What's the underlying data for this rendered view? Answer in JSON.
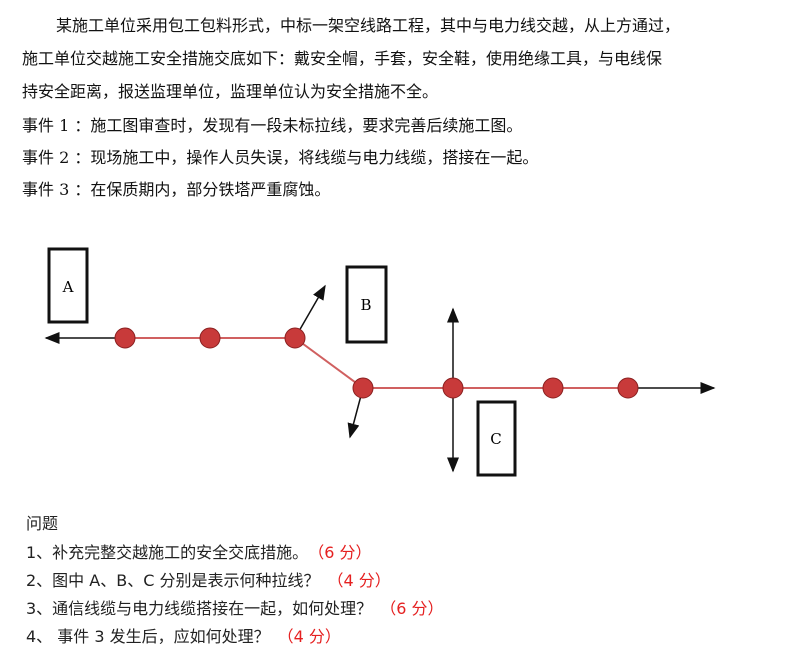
{
  "paragraph": {
    "line1": "某施工单位采用包工包料形式，中标一架空线路工程，其中与电力线交越，从上方通过，",
    "line2": "施工单位交越施工安全措施交底如下：戴安全帽，手套，安全鞋，使用绝缘工具，与电线保",
    "line3": "持安全距离，报送监理单位，监理单位认为安全措施不全。"
  },
  "events": [
    "事件 1 ：施工图审查时，发现有一段未标拉线，要求完善后续施工图。",
    "事件 2 ：现场施工中，操作人员失误，将线缆与电力线缆，搭接在一起。",
    "事件 3 ：在保质期内，部分铁塔严重腐蚀。"
  ],
  "diagram": {
    "labels": {
      "a": "A",
      "b": "B",
      "c": "C"
    },
    "line_color": "#d06060",
    "pole_color": "#c83a3a"
  },
  "questions": {
    "title": "问题",
    "items": [
      {
        "text": "1、补充完整交越施工的安全交底措施。",
        "score": "（6 分）"
      },
      {
        "text": "2、图中 A、B、C 分别是表示何种拉线？",
        "score": "（4 分）"
      },
      {
        "text": "3、通信线缆与电力线缆搭接在一起，如何处理？",
        "score": "（6 分）"
      },
      {
        "text": "4、 事件 3 发生后，应如何处理？",
        "score": "（4 分）"
      }
    ]
  }
}
